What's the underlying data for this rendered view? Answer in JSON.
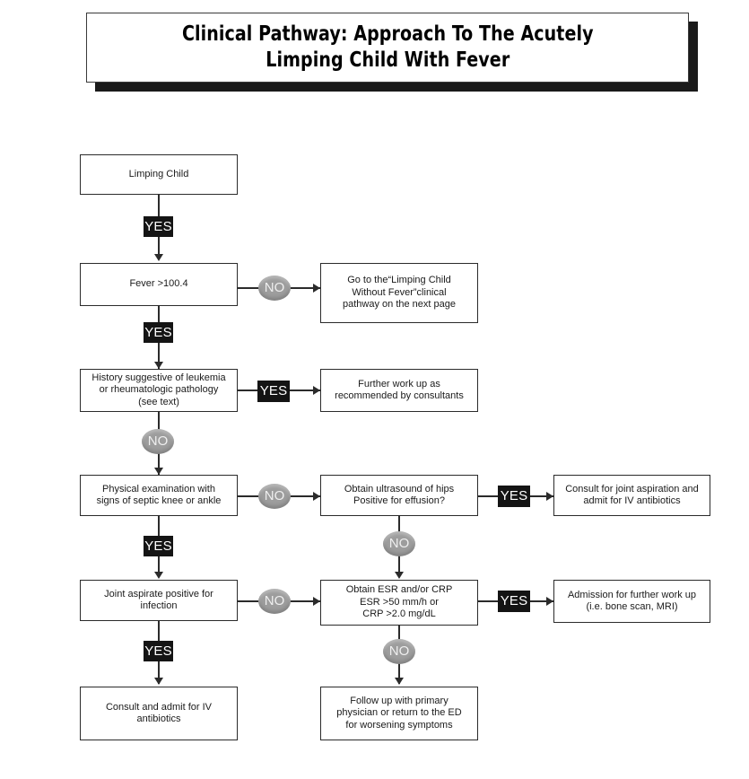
{
  "header": {
    "title": "Clinical Pathway: Approach To The Acutely\nLimping Child With Fever",
    "title_line_1": "Clinical Pathway: Approach To The Acutely",
    "title_line_2": "Limping Child With Fever"
  },
  "flowchart": {
    "type": "decision-flowchart",
    "badge_labels": {
      "yes": "YES",
      "no": "NO"
    },
    "colors": {
      "box_border": "#2b2b2b",
      "box_fill": "#ffffff",
      "yes_badge_fill": "#141414",
      "yes_badge_text": "#ffffff",
      "no_badge_fill": "#9d9d9d",
      "no_badge_text": "#efefef",
      "connector": "#2b2b2b",
      "title_shadow": "#1a1a1a"
    },
    "nodes": [
      {
        "id": "n1",
        "text": "Limping Child"
      },
      {
        "id": "n2",
        "text": "Fever >100.4"
      },
      {
        "id": "n3",
        "text": "Go to the“Limping Child\nWithout Fever”clinical\npathway on the next page"
      },
      {
        "id": "n4",
        "text": "History suggestive of leukemia\nor rheumatologic pathology\n(see text)"
      },
      {
        "id": "n5",
        "text": "Further work up as\nrecommended by consultants"
      },
      {
        "id": "n6",
        "text": "Physical examination with\nsigns of septic knee or ankle"
      },
      {
        "id": "n7",
        "text": "Obtain ultrasound of hips\nPositive for effusion?"
      },
      {
        "id": "n8",
        "text": "Consult for joint aspiration and\nadmit for IV antibiotics"
      },
      {
        "id": "n9",
        "text": "Joint aspirate positive for\ninfection"
      },
      {
        "id": "n10",
        "text": "Obtain ESR and/or CRP\nESR >50 mm/h or\nCRP >2.0 mg/dL"
      },
      {
        "id": "n11",
        "text": "Admission for further work up\n(i.e. bone scan, MRI)"
      },
      {
        "id": "n12",
        "text": "Consult and admit for IV\nantibiotics"
      },
      {
        "id": "n13",
        "text": "Follow up with primary\nphysician or return to the ED\nfor worsening symptoms"
      }
    ],
    "edges": [
      {
        "from": "n1",
        "to": "n2",
        "label": "YES",
        "label_type": "yes"
      },
      {
        "from": "n2",
        "to": "n3",
        "label": "NO",
        "label_type": "no"
      },
      {
        "from": "n2",
        "to": "n4",
        "label": "YES",
        "label_type": "yes"
      },
      {
        "from": "n4",
        "to": "n5",
        "label": "YES",
        "label_type": "yes"
      },
      {
        "from": "n4",
        "to": "n6",
        "label": "NO",
        "label_type": "no"
      },
      {
        "from": "n6",
        "to": "n7",
        "label": "NO",
        "label_type": "no"
      },
      {
        "from": "n7",
        "to": "n8",
        "label": "YES",
        "label_type": "yes"
      },
      {
        "from": "n6",
        "to": "n9",
        "label": "YES",
        "label_type": "yes"
      },
      {
        "from": "n7",
        "to": "n10",
        "label": "NO",
        "label_type": "no"
      },
      {
        "from": "n9",
        "to": "n10",
        "label": "NO",
        "label_type": "no"
      },
      {
        "from": "n10",
        "to": "n11",
        "label": "YES",
        "label_type": "yes"
      },
      {
        "from": "n9",
        "to": "n12",
        "label": "YES",
        "label_type": "yes"
      },
      {
        "from": "n10",
        "to": "n13",
        "label": "NO",
        "label_type": "no"
      }
    ]
  }
}
